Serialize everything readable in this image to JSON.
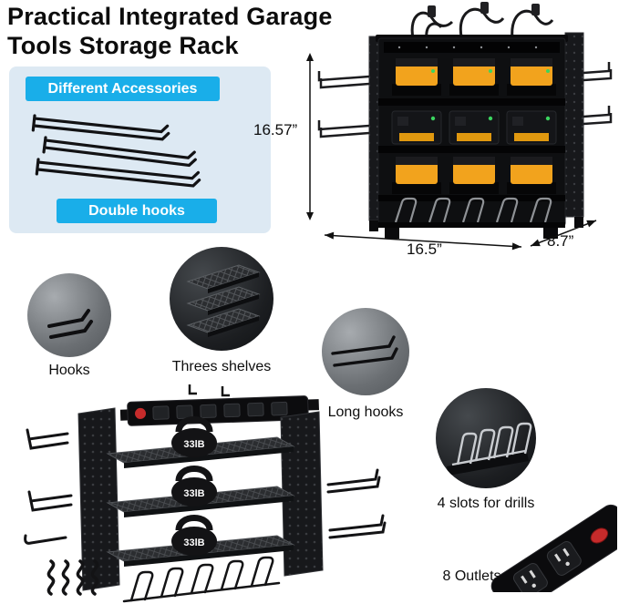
{
  "title": {
    "line1": "Practical Integrated Garage",
    "line2": "Tools Storage Rack"
  },
  "accessories_panel": {
    "header": "Different Accessories",
    "footer": "Double hooks"
  },
  "dimensions": {
    "height": "16.57”",
    "width": "16.5”",
    "depth": "8.7”"
  },
  "callouts": {
    "hooks": "Hooks",
    "shelves": "Threes shelves",
    "long_hooks": "Long hooks",
    "drill_slots": "4 slots for drills",
    "outlets": "8 Outlets"
  },
  "exploded_view": {
    "weight_label": "33lB"
  },
  "colors": {
    "accent_cyan": "#19aee9",
    "panel_bg": "#dde9f3",
    "battery_yellow": "#f2a31d",
    "switch_red": "#c62b2b",
    "ink": "#111111"
  }
}
